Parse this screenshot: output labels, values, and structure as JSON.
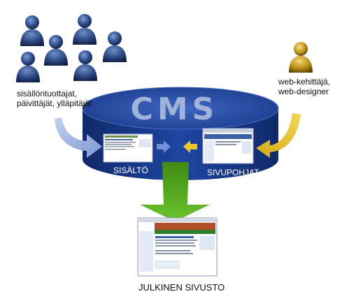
{
  "diagram": {
    "cms_label": "CMS",
    "content_label": "SISÄLTÖ",
    "templates_label": "SIVUPOHJAT",
    "public_site_label": "JULKINEN SIVUSTO",
    "authors_label_line1": "sisällöntuottajat,",
    "authors_label_line2": "päivittäjät, ylläpitäjät",
    "developer_label_line1": "web-kehittäjä,",
    "developer_label_line2": "web-designer"
  },
  "colors": {
    "cylinder": "#1d3c8c",
    "cylinder_top": "#2a4fa6",
    "person_blue": "#2c4a86",
    "person_gold": "#c8a22a",
    "arrow_blue": "#8fa6d6",
    "arrow_gold": "#e5bf23",
    "arrow_green": "#4f9a1e"
  },
  "icons": [
    "person-icon-blue",
    "person-icon-gold",
    "webpage-thumbnail-icon"
  ]
}
